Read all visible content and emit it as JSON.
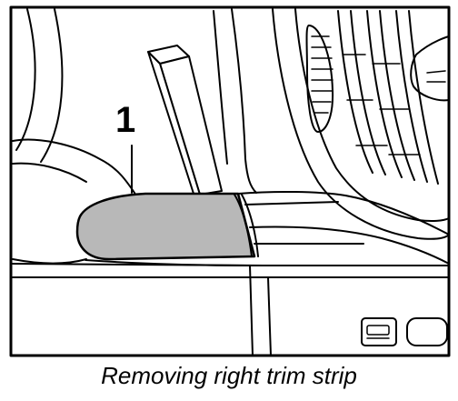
{
  "callout": {
    "number": "1"
  },
  "caption": "Removing right trim strip",
  "colors": {
    "line": "#000000",
    "background": "#ffffff",
    "trim_strip_fill": "#b8b8b8"
  },
  "icons": {
    "tool": "screwdriver-blade",
    "part": "trim-strip"
  }
}
